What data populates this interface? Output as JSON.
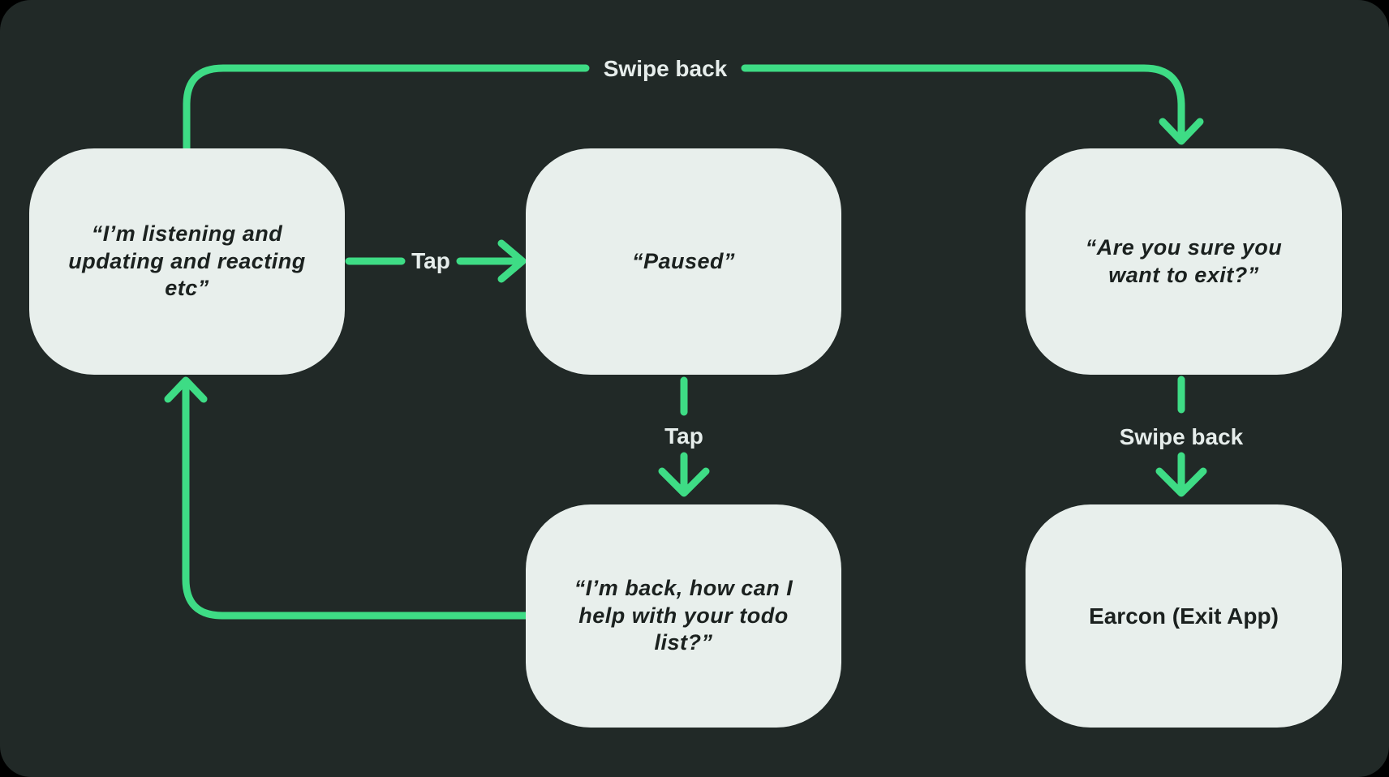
{
  "colors": {
    "page-bg": "#000000",
    "canvas-bg": "#212927",
    "node-bg": "#e8efec",
    "node-text": "#1b211f",
    "edge-green": "#3edc85",
    "label-text": "#e6edeb"
  },
  "nodes": {
    "listening": {
      "text": "“I’m listening and updating and reacting etc”"
    },
    "paused": {
      "text": "“Paused”"
    },
    "confirm_exit": {
      "text": "“Are you sure you want to exit?”"
    },
    "back_todo": {
      "text": "“I’m back, how can I help with your todo list?”"
    },
    "earcon": {
      "text": "Earcon (Exit App)"
    }
  },
  "edges": {
    "swipe_back_top": {
      "label": "Swipe back"
    },
    "tap_right": {
      "label": "Tap"
    },
    "tap_down": {
      "label": "Tap"
    },
    "swipe_back_down": {
      "label": "Swipe back"
    }
  }
}
